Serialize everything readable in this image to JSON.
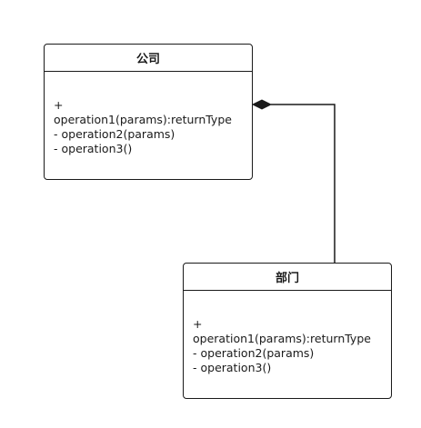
{
  "diagram": {
    "type": "uml-class-diagram",
    "classes": [
      {
        "id": "company",
        "name": "公司",
        "operations": [
          "+",
          "operation1(params):returnType",
          "- operation2(params)",
          "- operation3()"
        ]
      },
      {
        "id": "department",
        "name": "部门",
        "operations": [
          "+",
          "operation1(params):returnType",
          "- operation2(params)",
          "- operation3()"
        ]
      }
    ],
    "relationships": [
      {
        "type": "composition",
        "whole": "公司",
        "part": "部门"
      }
    ],
    "colors": {
      "line": "#1a1a1a",
      "fill": "#ffffff"
    }
  }
}
